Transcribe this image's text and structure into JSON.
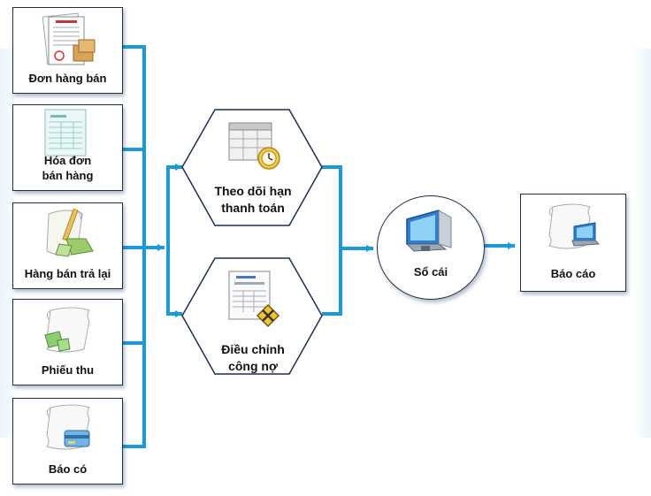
{
  "sources": [
    {
      "label": "Đơn hàng bán",
      "icon": "contract-document-icon"
    },
    {
      "label": "Hóa đơn\nbán hàng",
      "icon": "invoice-sheet-icon"
    },
    {
      "label": "Hàng bán trả lại",
      "icon": "return-goods-icon"
    },
    {
      "label": "Phiếu thu",
      "icon": "receipt-scroll-icon"
    },
    {
      "label": "Báo có",
      "icon": "credit-note-icon"
    }
  ],
  "processes": [
    {
      "label": "Theo dõi hạn\nthanh toán",
      "icon": "calendar-clock-icon"
    },
    {
      "label": "Điều chỉnh\ncông nợ",
      "icon": "document-tools-icon"
    }
  ],
  "ledger": {
    "label": "Sổ cái",
    "icon": "monitor-icon"
  },
  "report": {
    "label": "Báo cáo",
    "icon": "report-scroll-icon"
  },
  "colors": {
    "connector": "#1a9bd7",
    "border": "#1f2f4d"
  }
}
